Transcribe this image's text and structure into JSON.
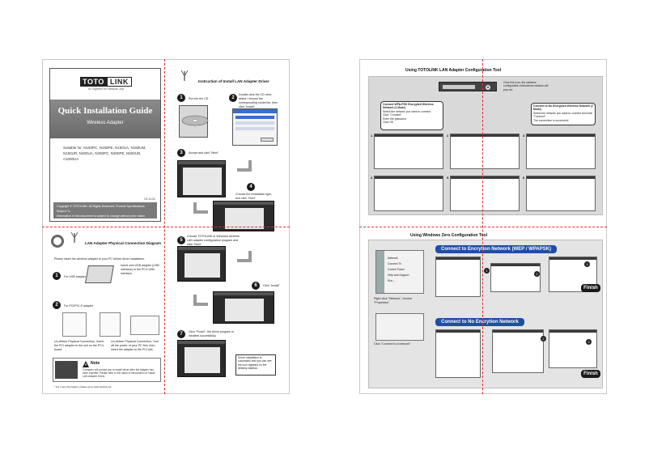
{
  "cover": {
    "brand_left": "TOTO",
    "brand_right": "LINK",
    "tagline": "All Together for Network Joy!",
    "title": "Quick Installation Guide",
    "subtitle": "Wireless Adapter",
    "suitable": "Suitable for: N150PC, N150PE, N150UA, N150UM, N150UR, N300UA, N300PC, N300PE, N500UD, A1000UA",
    "version": "V1.0-01",
    "copyright": "Copyright © TOTOLINK. All Rights Reserved. Product Specifications Subject To",
    "notice": "Information in this document is subject to change without prior notice."
  },
  "install": {
    "title": "Instruction of Install LAN Adapter Driver",
    "step1": "Put into the CD",
    "step2": "Double-click the CD drive, select / choose the corresponding model list, then click \"Install\"",
    "step3": "Accept and click \"Next\"",
    "step4": "Choose the installation type, and click \"Next\"",
    "step5": "Choose TOTOLINK or Windows wireless LAN adapter configuration program and click \"Next\"",
    "step6": "Click \"Install\"",
    "step7": "Click \"Finish\", the driver program is installed successfully.",
    "step7_note": "Driver installation is successful and you can see the icon appears on the desktop taskbar."
  },
  "connection": {
    "title": "LAN Adapter Physical Connection Diagram",
    "intro": "Please insert the wireless adapter to your PC before driver installation.",
    "usb": "For USB adapter",
    "usb_note": "Insert mini USB adapter (USB interface) to the PC's USB interface.",
    "pci": "For PCI/PCI-E adapter",
    "pci_note_left": "Un-deliver Physical Connection, Insert the PCI adapter to the slot on the PC's board.",
    "pci_note_right": "Un-deliver Physical Connection, Turn off the power of your PC first, then insert the adapter to the PCI slot.",
    "note_title": "Note",
    "note_text": "Computer will prompt you to install driver after the adapter has been inserted. Please refer to the steps of introduction of Install LAN Adapter Driver.",
    "footer": "* For more information, please go to www.totolink.net"
  },
  "totolink_tool": {
    "title": "Using TOTOLINK LAN Adapter Configuration Tool",
    "callout_top": "Click this icon, the wireless configuration instructions window will pop out",
    "left_head": "Connect WPA-PSK Encrypted Wireless Network (1 Mode)",
    "left_lines": [
      "Select the network you want to connect",
      "Click \"Connect\"",
      "Enter the password",
      "Click OK"
    ],
    "right_head": "Connect to No Encrypted Wireless Network (2 Mode)",
    "right_lines": [
      "Select the network you want to connect and click \"Connect\"",
      "The connection is successful"
    ],
    "step_labels": [
      "1",
      "2",
      "3",
      "4",
      "5",
      "6"
    ]
  },
  "windows_tool": {
    "title": "Using Windows Zero Configuration Tool",
    "banner_enc": "Connect to Encrytion Network (WEP / WPAPSK)",
    "banner_noenc": "Connect to No Encrytion Network",
    "finish": "Finish",
    "right_click": "Right-click \"Network\", choose \"Properties\"",
    "click_connect": "Click \"Connect to a network\"",
    "start_items": [
      "Network",
      "Connect To",
      "Control Panel",
      "Help and Support",
      "Run..."
    ]
  }
}
